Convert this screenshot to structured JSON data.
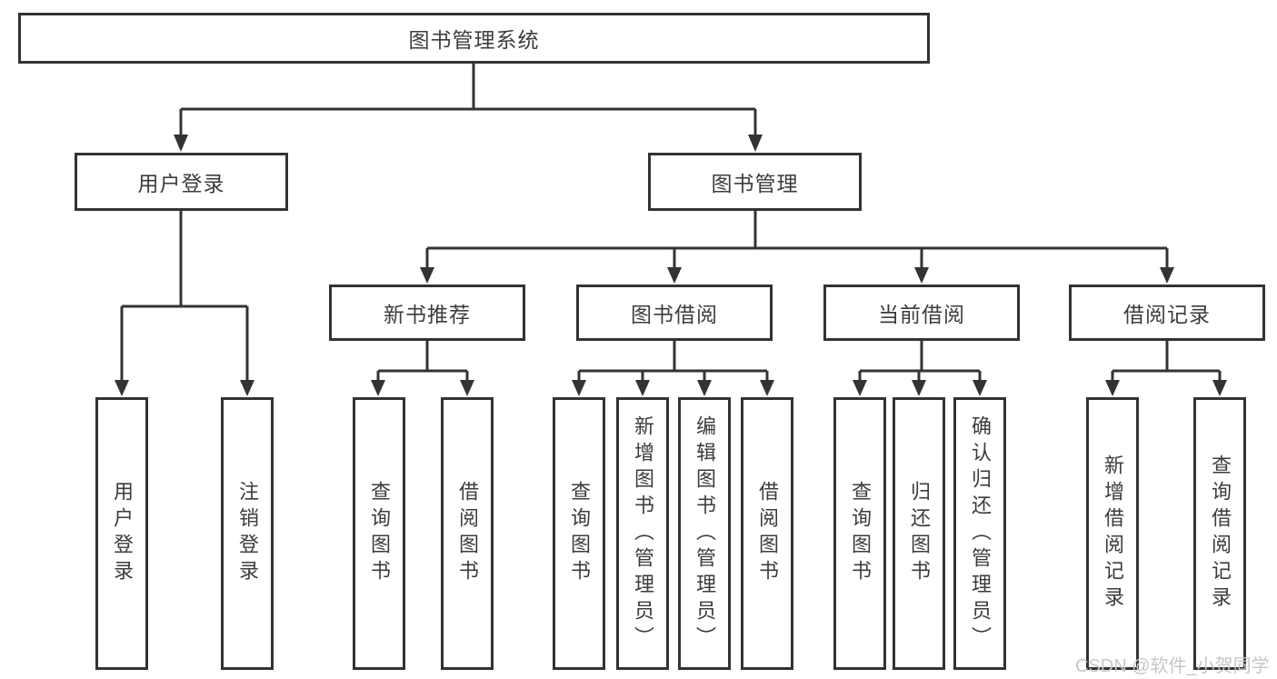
{
  "colors": {
    "line": "#333333",
    "text": "#3c3c3c",
    "watermark": "#c7c7c7",
    "background": "#ffffff"
  },
  "tree": {
    "root": {
      "label": "图书管理系统"
    },
    "children": [
      {
        "label": "用户登录",
        "children": [
          {
            "label": "用户登录"
          },
          {
            "label": "注销登录"
          }
        ]
      },
      {
        "label": "图书管理",
        "children": [
          {
            "label": "新书推荐",
            "children": [
              {
                "label": "查询图书"
              },
              {
                "label": "借阅图书"
              }
            ]
          },
          {
            "label": "图书借阅",
            "children": [
              {
                "label": "查询图书"
              },
              {
                "label": "新增图书（管理员）"
              },
              {
                "label": "编辑图书（管理员）"
              },
              {
                "label": "借阅图书"
              }
            ]
          },
          {
            "label": "当前借阅",
            "children": [
              {
                "label": "查询图书"
              },
              {
                "label": "归还图书"
              },
              {
                "label": "确认归还（管理员）"
              }
            ]
          },
          {
            "label": "借阅记录",
            "children": [
              {
                "label": "新增借阅记录"
              },
              {
                "label": "查询借阅记录"
              }
            ]
          }
        ]
      }
    ]
  },
  "watermark": {
    "text": "CSDN @软件_小贺同学"
  }
}
